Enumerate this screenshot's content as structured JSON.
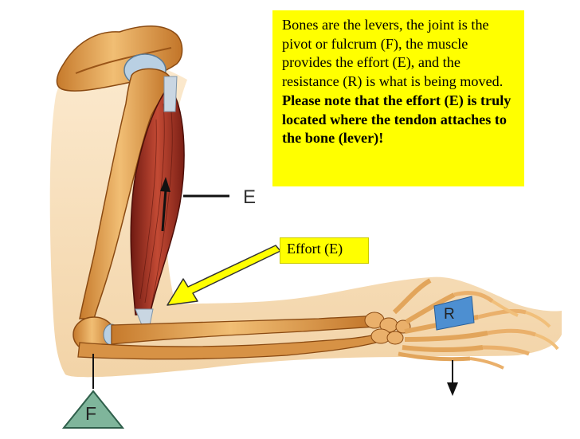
{
  "note": {
    "text": "Bones are the levers, the joint is the pivot or fulcrum (F), the muscle provides the effort (E), and the resistance (R) is what is being moved.",
    "bold_text": "Please note that the effort (E) is truly located where the tendon attaches to the bone (lever)!"
  },
  "effort_callout": "Effort (E)",
  "labels": {
    "effort": "E",
    "resistance": "R",
    "fulcrum": "F"
  },
  "colors": {
    "highlight": "#ffff00",
    "bone": "#e3a04f",
    "muscle": "#a83224",
    "cartilage": "#a9c4da",
    "skin": "#f5d9b0",
    "marker_box": "#4d8fd1",
    "marker_triangle": "#7fb59b"
  }
}
